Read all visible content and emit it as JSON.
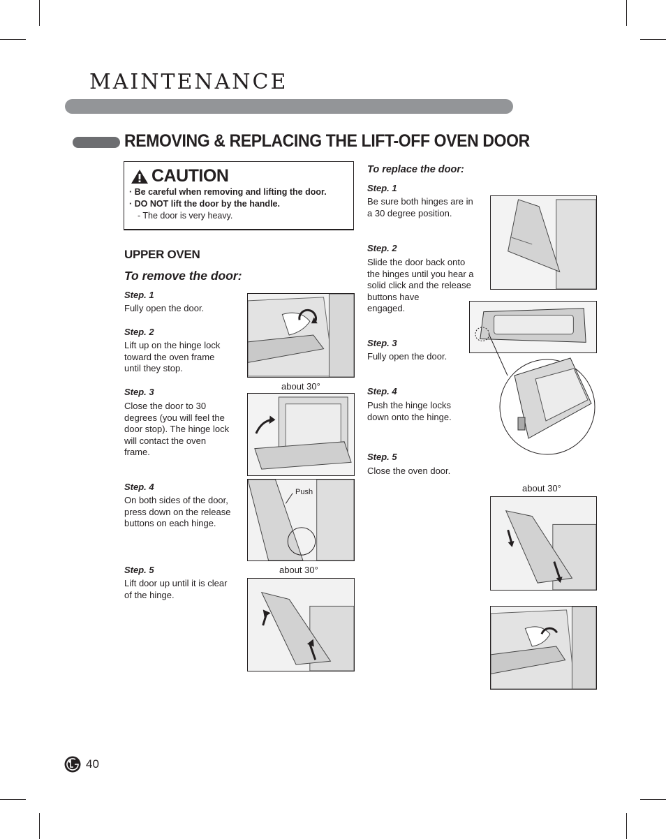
{
  "section_title": "MAINTENANCE",
  "main_heading": "REMOVING & REPLACING THE LIFT-OFF OVEN DOOR",
  "caution": {
    "title": "CAUTION",
    "lines": [
      "· Be careful when removing and lifting the door.",
      "· DO NOT lift the door by the handle.",
      "- The door is very heavy."
    ]
  },
  "upper_oven": {
    "heading": "UPPER OVEN",
    "remove_heading": "To remove the door:",
    "steps": [
      {
        "label": "Step. 1",
        "text": "Fully open the door."
      },
      {
        "label": "Step. 2",
        "text": "Lift up on the hinge lock\ntoward the oven frame\nuntil they stop."
      },
      {
        "label": "Step. 3",
        "text": "Close the door to 30\ndegrees (you will feel the\ndoor stop). The hinge lock\nwill contact the oven\nframe."
      },
      {
        "label": "Step. 4",
        "text": "On both sides of the door,\npress down on the release\nbuttons on each hinge."
      },
      {
        "label": "Step. 5",
        "text": "Lift door up until it is clear\nof the hinge."
      }
    ],
    "captions": {
      "about30_a": "about 30°",
      "push": "Push",
      "about30_b": "about 30°"
    }
  },
  "replace": {
    "heading": "To replace the door:",
    "steps": [
      {
        "label": "Step. 1",
        "text": "Be sure both hinges are in\na 30 degree position."
      },
      {
        "label": "Step. 2",
        "text": "Slide the door back onto\nthe hinges until you hear a\nsolid click and the release\nbuttons have\nengaged."
      },
      {
        "label": "Step. 3",
        "text": "Fully open the door."
      },
      {
        "label": "Step. 4",
        "text": "Push the hinge locks\ndown onto the hinge."
      },
      {
        "label": "Step. 5",
        "text": "Close the oven door."
      }
    ],
    "captions": {
      "about30": "about 30°"
    }
  },
  "footer": {
    "page_number": "40",
    "logo": "lg-logo-icon"
  }
}
